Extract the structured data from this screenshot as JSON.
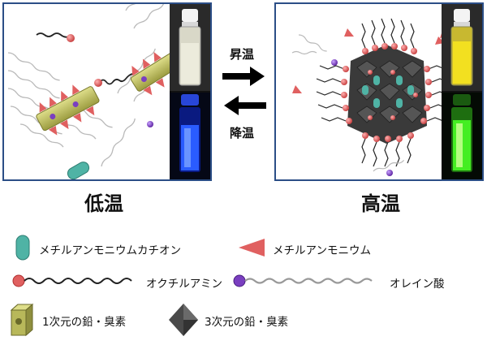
{
  "conditions": {
    "low": "低温",
    "high": "高温"
  },
  "arrows": {
    "heat": "昇温",
    "cool": "降温"
  },
  "legend": {
    "methylammonium_cation": "メチルアンモニウムカチオン",
    "methylammonium": "メチルアンモニウム",
    "octylamine": "オクチルアミン",
    "oleic_acid": "オレイン酸",
    "lead_bromide_1d": "1次元の鉛・臭素",
    "lead_bromide_3d": "3次元の鉛・臭素"
  },
  "colors": {
    "frame": "#2b4e86",
    "cation": "#4fb3a5",
    "amine_head": "#e06060",
    "methylammonium_cone": "#e06060",
    "oleic_head": "#7a3fc0",
    "rod_1d": "#b8b85a",
    "octahedron_3d": "#4a4a4a",
    "vial_low_light": "#2a5cff",
    "vial_high_light": "#44ee22",
    "vial_high_liquid": "#f2e020"
  }
}
